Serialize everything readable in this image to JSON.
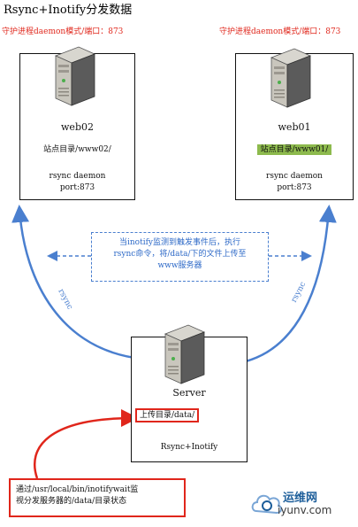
{
  "title": "Rsync+Inotify分发数据",
  "nodes": {
    "web02": {
      "mode_note": "守护进程daemon模式/端口：873",
      "hostname": "web02",
      "site_dir": "站点目录/www02/",
      "daemon_line1": "rsync daemon",
      "daemon_line2": "port:873"
    },
    "web01": {
      "mode_note": "守护进程daemon模式/端口：873",
      "hostname": "web01",
      "site_dir": "站点目录/www01/",
      "daemon_line1": "rsync daemon",
      "daemon_line2": "port:873"
    },
    "server": {
      "hostname": "Server",
      "upload_dir": "上传目录/data/",
      "tool": "Rsync+Inotify"
    }
  },
  "notice": {
    "line1": "当inotify监测到触发事件后，执行",
    "line2": "rsync命令，将/data/下的文件上传至",
    "line3": "www服务器"
  },
  "arrows": {
    "left_label": "rsync",
    "right_label": "rsync"
  },
  "monitor_note": {
    "line1": "通过/usr/local/bin/inotifywait监",
    "line2": "视分发服务器的/data/目录状态"
  },
  "watermark": {
    "cn": "运维网",
    "en": "iyunv.com"
  },
  "colors": {
    "annotation_red": "#e0261b",
    "flow_blue": "#4a7fcf",
    "highlight_green": "#8dba4d",
    "watermark_blue": "#1d5e9a"
  },
  "icons": {
    "server": "server-tower-icon",
    "watermark_logo": "cloud-logo-icon"
  }
}
